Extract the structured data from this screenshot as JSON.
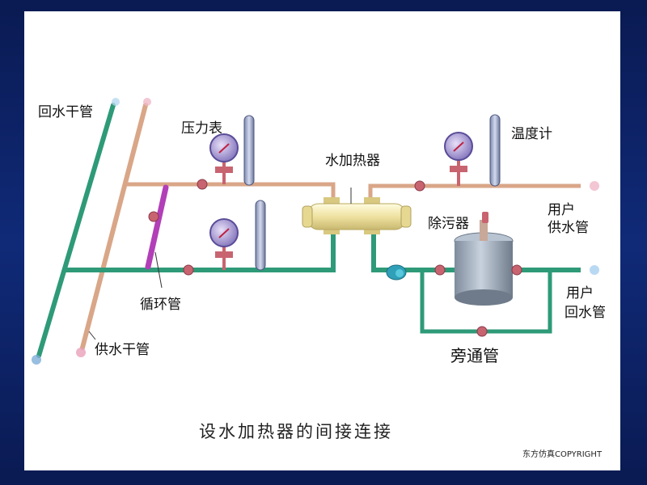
{
  "labels": {
    "return_main": "回水干管",
    "pressure_gauge": "压力表",
    "water_heater": "水加热器",
    "thermometer": "温度计",
    "user_supply_line1": "用户",
    "user_supply_line2": "供水管",
    "desilter": "除污器",
    "circulation_pipe": "循环管",
    "supply_main": "供水干管",
    "user_return_line1": "用户",
    "user_return_line2": "回水管",
    "bypass_pipe": "旁通管"
  },
  "caption": "设水加热器的间接连接",
  "copyright": "东方仿真COPYRIGHT",
  "colors": {
    "supply_pipe": "#d9a688",
    "return_pipe": "#2e9a78",
    "circulation_pipe": "#b23fb8",
    "heater_body": "#f0e6a8",
    "desilter_body": "#9aa8b8",
    "valve": "#c86470",
    "background": "#0b1f5c"
  }
}
